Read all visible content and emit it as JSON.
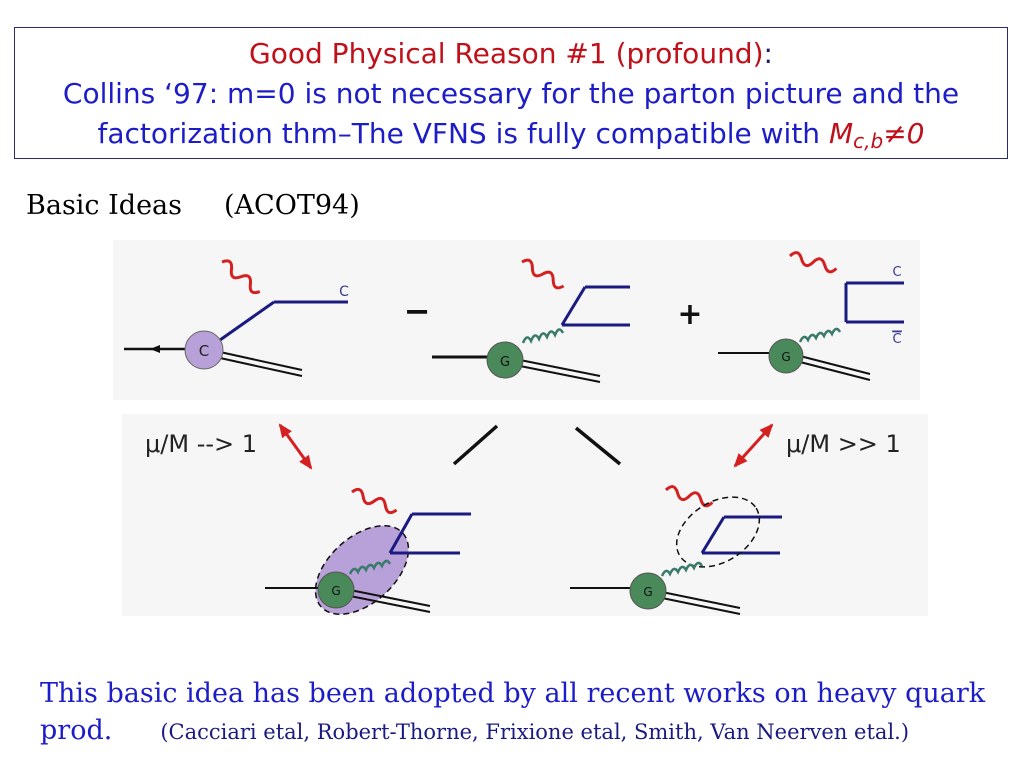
{
  "title": {
    "line1_red": "Good Physical Reason #1 (profound)",
    "line1_colon": ":",
    "line2": "Collins ‘97: m=0 is not necessary for the parton picture and the",
    "line3": "factorization thm–The VFNS is fully compatible with",
    "mass_symbol": "M",
    "mass_subscript": "c,b",
    "mass_relation": "≠0"
  },
  "basic_ideas": {
    "label": "Basic Ideas",
    "ref": "(ACOT94)"
  },
  "diagrams": {
    "top": {
      "d1": {
        "blob": "C",
        "quark": "C"
      },
      "minus": "−",
      "d2": {
        "blob": "G"
      },
      "plus": "+",
      "d3": {
        "blob": "G",
        "quark": "C",
        "antiquark": "C"
      }
    },
    "bottom": {
      "left_label": "μ/M --> 1",
      "right_label": "μ/M >> 1",
      "d4": {
        "blob": "G"
      },
      "d5": {
        "blob": "G"
      }
    }
  },
  "footer": {
    "text": "This basic idea has been adopted by all recent works on heavy quark prod.",
    "citation": "(Cacciari etal, Robert-Thorne, Frixione etal, Smith, Van Neerven etal.)"
  },
  "colors": {
    "quark_line": "#1a1a80",
    "photon": "#d42020",
    "gluon": "#3a7a6a",
    "charm_blob": "#b8a0d8",
    "gluon_blob": "#4a8a5a",
    "arrow_red": "#d42020",
    "title_red": "#c0101a",
    "title_blue": "#1d1dc8"
  }
}
